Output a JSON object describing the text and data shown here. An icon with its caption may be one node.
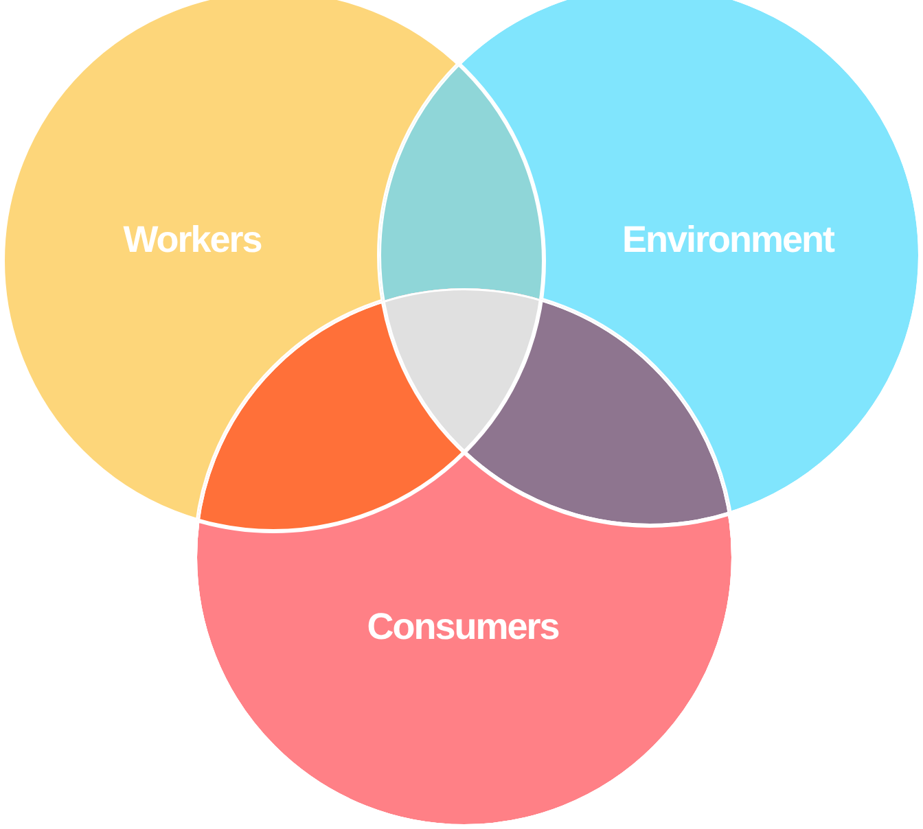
{
  "diagram": {
    "nodes": [
      {
        "text": [
          "Workers"
        ]
      },
      {
        "text": [
          "Environment"
        ]
      },
      {
        "text": [
          "Consumers"
        ]
      }
    ]
  }
}
